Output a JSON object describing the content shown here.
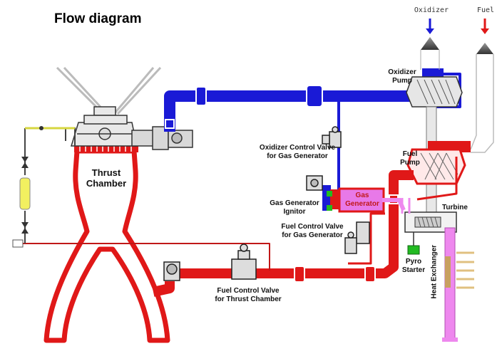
{
  "title": "Flow diagram",
  "labels": {
    "oxidizer_in": "Oxidizer",
    "fuel_in": "Fuel",
    "oxidizer_pump": "Oxidizer\nPump",
    "fuel_pump": "Fuel\nPump",
    "turbine": "Turbine",
    "thrust_chamber": "Thrust\nChamber",
    "ox_control_valve": "Oxidizer Control Valve\nfor Gas Generator",
    "gas_generator": "Gas\nGenerator",
    "gg_ignitor": "Gas Generator\nIgnitor",
    "fuel_control_valve_gg": "Fuel Control Valve\nfor Gas Generator",
    "fuel_control_valve_tc": "Fuel Control Valve\nfor Thrust Chamber",
    "pyro_starter": "Pyro\nStarter",
    "heat_exchanger": "Heat Exchanger"
  },
  "colors": {
    "oxidizer": "#1a1ad6",
    "fuel": "#e01818",
    "gas_generator": "#e879e8",
    "hot_gas": "#ee88ee",
    "ignitor": "#22bb22",
    "pressurant": "#d6d640"
  }
}
